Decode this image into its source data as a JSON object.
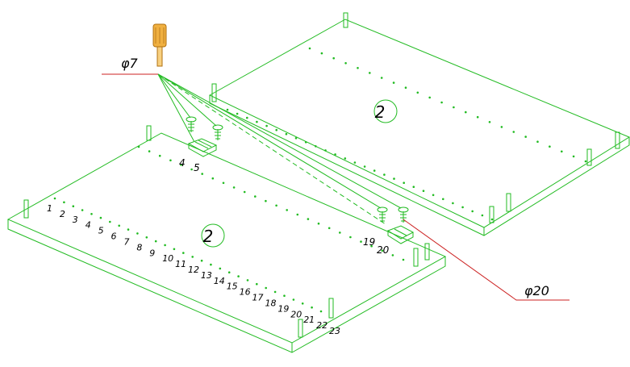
{
  "callouts": {
    "screw_diameter": "φ7",
    "clip_diameter": "φ20"
  },
  "panel_markers": [
    "2",
    "2"
  ],
  "hole_numbers": [
    "1",
    "2",
    "3",
    "4",
    "5",
    "6",
    "7",
    "8",
    "9",
    "10",
    "11",
    "12",
    "13",
    "14",
    "15",
    "16",
    "17",
    "18",
    "19",
    "20",
    "21",
    "22",
    "23"
  ],
  "clip_labels": {
    "left_a": "4",
    "left_b": "5",
    "right_a": "19",
    "right_b": "20"
  },
  "colors": {
    "outline": "#22bb22",
    "leader_red": "#cc2222",
    "screwdriver": "#e0a030",
    "text": "#000000"
  },
  "icons": [
    "screwdriver-icon",
    "screw-icon",
    "clip-icon",
    "dowel-icon"
  ]
}
